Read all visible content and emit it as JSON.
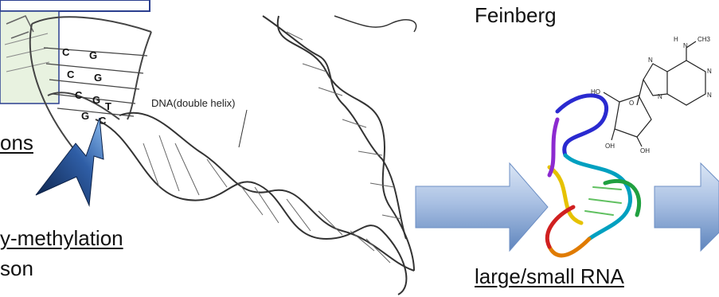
{
  "labels": {
    "feinberg": "Feinberg",
    "dna_label": "DNA(double helix)",
    "ons_fragment": "ons",
    "methylation_fragment": "y-methylation",
    "son_fragment": "son",
    "rna_label": "large/small RNA"
  },
  "base_pairs": [
    "C",
    "G",
    "C",
    "G",
    "C",
    "G",
    "G",
    "C",
    "T"
  ],
  "chem_atoms": [
    "H",
    "N",
    "CH3",
    "N",
    "N",
    "N",
    "N",
    "HO",
    "O",
    "OH",
    "OH"
  ],
  "colors": {
    "frame_border": "#2b3f8f",
    "green_panel": "#e8f2e0",
    "arrow_fill_light": "#c8d8ee",
    "arrow_fill_dark": "#5f85bd",
    "bolt_dark": "#102a55",
    "bolt_light": "#6ea3e0"
  }
}
